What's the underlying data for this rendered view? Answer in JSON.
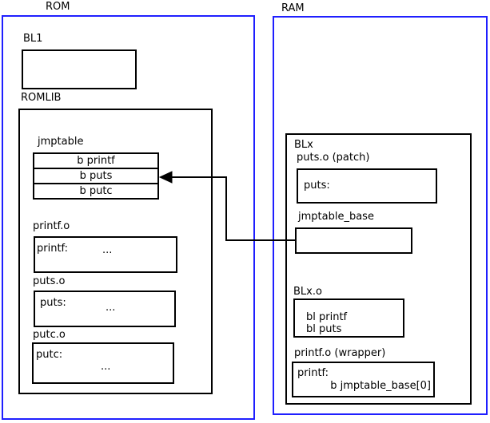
{
  "diagram": {
    "rom": {
      "label": "ROM",
      "bl1": {
        "label": "BL1"
      },
      "romlib": {
        "label": "ROMLIB",
        "jmptable": {
          "label": "jmptable",
          "rows": [
            "b printf",
            "b puts",
            "b putc"
          ]
        },
        "printf_o": {
          "label": "printf.o",
          "symbol": "printf:",
          "ellipsis": "..."
        },
        "puts_o": {
          "label": "puts.o",
          "symbol": "puts:",
          "ellipsis": "..."
        },
        "putc_o": {
          "label": "putc.o",
          "symbol": "putc:",
          "ellipsis": "..."
        }
      }
    },
    "ram": {
      "label": "RAM",
      "blx": {
        "label": "BLx",
        "puts_patch": {
          "label": "puts.o (patch)",
          "symbol": "puts:"
        },
        "jmptable_base": {
          "label": "jmptable_base"
        },
        "blx_o": {
          "label": "BLx.o",
          "lines": [
            "bl printf",
            "bl puts"
          ]
        },
        "printf_wrapper": {
          "label": "printf.o (wrapper)",
          "symbol": "printf:",
          "code": "b jmptable_base[0]"
        }
      }
    },
    "arrow": {
      "meaning": "jmptable_base patch points to jmptable b puts entry"
    },
    "colors": {
      "frame_blue": "#1f1fff",
      "box_border": "#000000",
      "background": "#ffffff",
      "text": "#000000"
    }
  }
}
